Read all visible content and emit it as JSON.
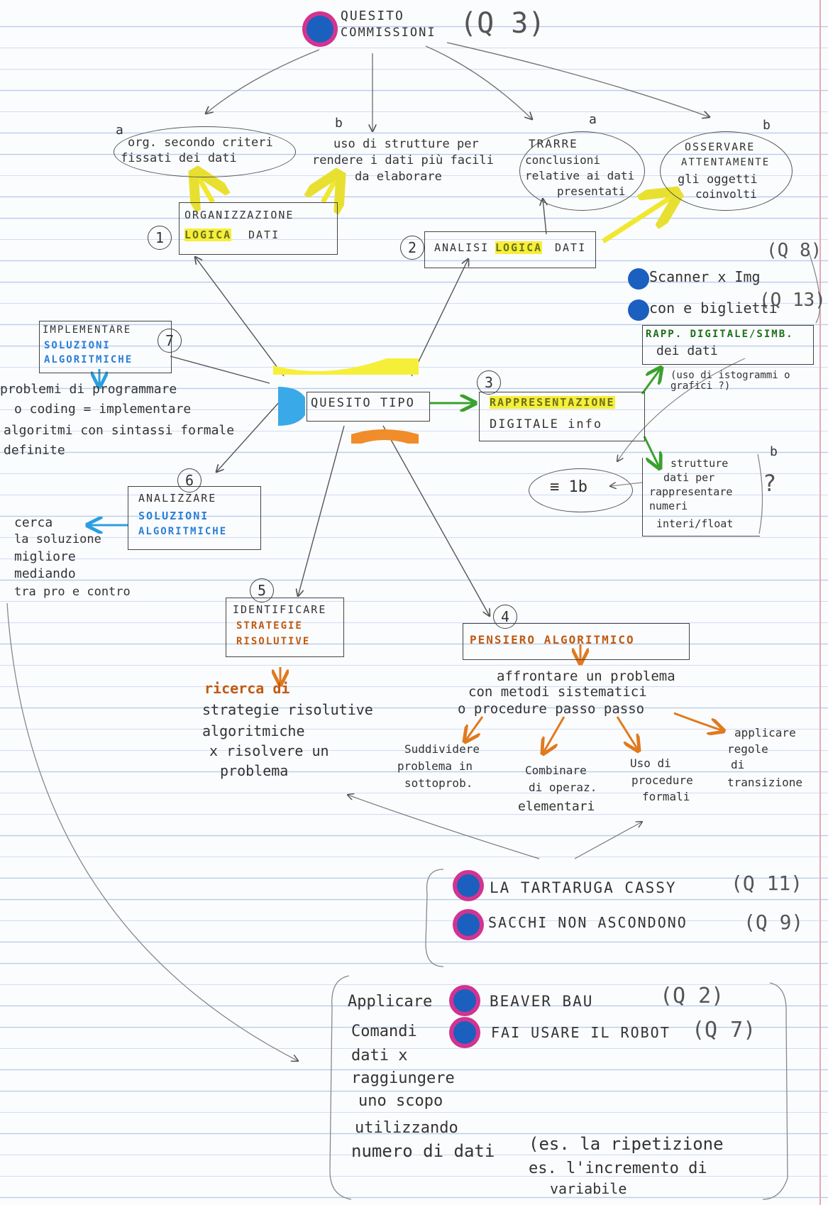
{
  "header": {
    "title_line1": "QUESITO",
    "title_line2": "COMMISSIONI",
    "ref": "(Q 3)"
  },
  "center": {
    "label": "QUESITO TIPO"
  },
  "nodes": {
    "n1": {
      "num": "1",
      "line1": "ORGANIZZAZIONE",
      "line2": "LOGICA",
      "line3": "DATI"
    },
    "n2": {
      "num": "2",
      "line1": "ANALISI",
      "line2": "LOGICA",
      "line3": "DATI"
    },
    "n3": {
      "num": "3",
      "line1": "RAPPRESENTAZIONE",
      "line2": "DIGITALE info"
    },
    "n4": {
      "num": "4",
      "line1": "PENSIERO ALGORITMICO"
    },
    "n5": {
      "num": "5",
      "line1": "IDENTIFICARE",
      "line2": "STRATEGIE",
      "line3": "RISOLUTIVE"
    },
    "n6": {
      "num": "6",
      "line1": "ANALIZZARE",
      "line2": "SOLUZIONI",
      "line3": "ALGORITMICHE"
    },
    "n7": {
      "num": "7",
      "line1": "IMPLEMENTARE",
      "line2": "SOLUZIONI",
      "line3": "ALGORITMICHE"
    }
  },
  "bubbles": {
    "a1": {
      "tag": "a",
      "text1": "org. secondo criteri",
      "text2": "fissati dei dati"
    },
    "b1": {
      "tag": "b",
      "text1": "uso di strutture per",
      "text2": "rendere i dati più facili",
      "text3": "da elaborare"
    },
    "a2": {
      "tag": "a",
      "text1": "TRARRE",
      "text2": "conclusioni",
      "text3": "relative ai dati",
      "text4": "presentati"
    },
    "b2": {
      "tag": "b",
      "text1": "OSSERVARE",
      "text2": "ATTENTAMENTE",
      "text3": "gli oggetti",
      "text4": "coinvolti"
    }
  },
  "rep": {
    "scanner": "Scanner x Img",
    "scanner_ref": "(Q 8)",
    "biglietti": "con e biglietti",
    "biglietti_ref": "(Q 13)",
    "a_box1": "RAPP. DIGITALE/SIMB.",
    "a_box2": "dei dati",
    "a_paren": "(uso di istogrammi o grafici ?)",
    "b_tag": "b",
    "b_box1": "strutture",
    "b_box2": "dati per",
    "b_box3": "rappresentare",
    "b_box4": "numeri",
    "b_box5": "interi/float",
    "b_q": "?",
    "eq": "≡ 1b"
  },
  "left": {
    "impl_text1": "problemi di programmare",
    "impl_text2": "o coding = implementare",
    "impl_text3": "algoritmi con sintassi formale",
    "impl_text4": "definite",
    "anal_text1": "cerca",
    "anal_text2": "la soluzione",
    "anal_text3": "migliore",
    "anal_text4": "mediando",
    "anal_text5": "tra pro e contro"
  },
  "strat": {
    "t1": "ricerca di",
    "t2": "strategie risolutive",
    "t3": "algoritmiche",
    "t4": "x risolvere un",
    "t5": "problema"
  },
  "algo": {
    "t1": "affrontare un problema",
    "t2": "con metodi sistematici",
    "t3": "o procedure passo passo",
    "sub1a": "Suddividere",
    "sub1b": "problema in",
    "sub1c": "sottoprob.",
    "sub2a": "Combinare",
    "sub2b": "di operaz.",
    "sub2c": "elementari",
    "sub3a": "Uso di",
    "sub3b": "procedure",
    "sub3c": "formali",
    "sub4a": "applicare",
    "sub4b": "regole",
    "sub4c": "di",
    "sub4d": "transizione"
  },
  "examples1": [
    {
      "name": "LA TARTARUGA CASSY",
      "ref": "(Q 11)"
    },
    {
      "name": "SACCHI NON ASCONDONO",
      "ref": "(Q 9)"
    }
  ],
  "examples2": [
    {
      "name": "BEAVER BAU",
      "ref": "(Q 2)"
    },
    {
      "name": "FAI USARE IL ROBOT",
      "ref": "(Q 7)"
    }
  ],
  "bottom": {
    "t1": "Applicare",
    "t2": "Comandi",
    "t3": "dati x",
    "t4": "raggiungere",
    "t5": "uno scopo",
    "t6": "utilizzando",
    "t7": "numero di dati",
    "t8": "(es. la ripetizione",
    "t9": "es. l'incremento di",
    "t10": "variabile"
  },
  "colors": {
    "yellow": "#f5ef3a",
    "blue": "#2a7fd6",
    "green": "#3aa12c",
    "orange": "#e07a1f",
    "dot_blue": "#1b5fbf",
    "dot_pink": "#d6338f"
  }
}
